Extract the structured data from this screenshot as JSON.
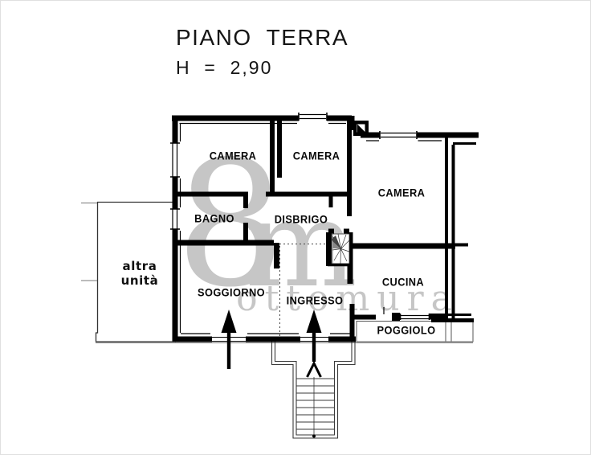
{
  "title": {
    "line1": "PIANO  TERRA",
    "line2": "H  =  2,90"
  },
  "watermark": {
    "glyph_8": "8",
    "glyph_m": "m",
    "word": "ottomura"
  },
  "rooms": [
    {
      "id": "camera-nw",
      "label": "CAMERA"
    },
    {
      "id": "camera-n",
      "label": "CAMERA"
    },
    {
      "id": "camera-e",
      "label": "CAMERA"
    },
    {
      "id": "bagno",
      "label": "BAGNO"
    },
    {
      "id": "disbrigo",
      "label": "DISBRIGO"
    },
    {
      "id": "cucina",
      "label": "CUCINA"
    },
    {
      "id": "soggiorno",
      "label": "SOGGIORNO"
    },
    {
      "id": "ingresso",
      "label": "INGRESSO"
    },
    {
      "id": "poggiolo",
      "label": "POGGIOLO"
    }
  ],
  "adjacent_unit": {
    "line1": "altra",
    "line2": "unità"
  },
  "colors": {
    "walls": "#000000",
    "thin_lines": "#555555",
    "watermark": "#c6c6c6"
  }
}
